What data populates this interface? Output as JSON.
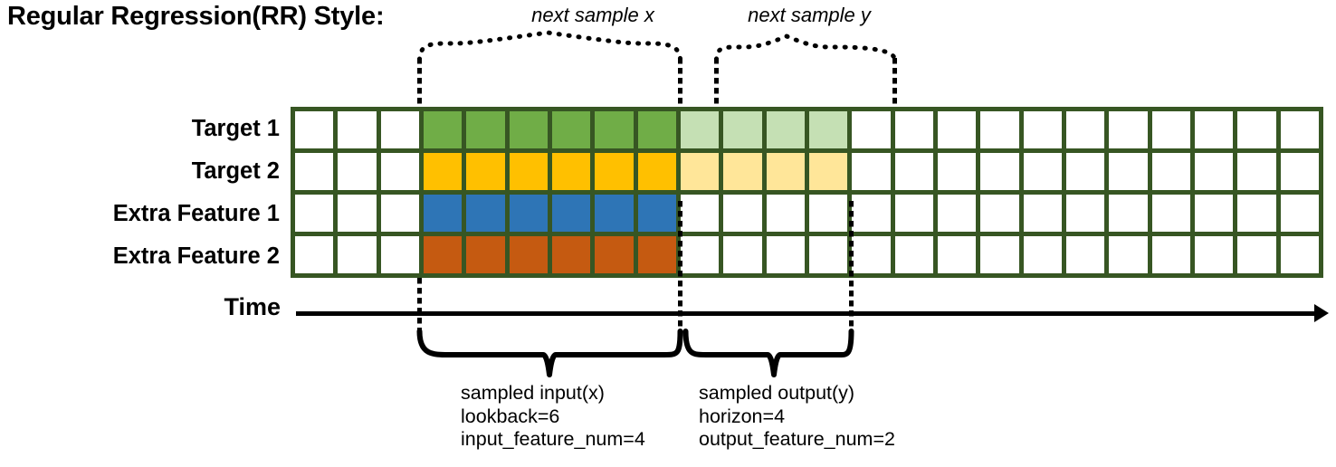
{
  "title": "Regular Regression(RR) Style:",
  "rows": [
    {
      "label": "Target 1",
      "name": "target-1"
    },
    {
      "label": "Target 2",
      "name": "target-2"
    },
    {
      "label": "Extra Feature 1",
      "name": "extra-feature-1"
    },
    {
      "label": "Extra Feature 2",
      "name": "extra-feature-2"
    }
  ],
  "grid": {
    "columns": 24,
    "lead_blank_columns": 3,
    "input_columns": 6,
    "output_columns": 4,
    "trailing_blank_columns": 11,
    "cell_fills": [
      [
        "#ffffff",
        "#ffffff",
        "#ffffff",
        "#70AD47",
        "#70AD47",
        "#70AD47",
        "#70AD47",
        "#70AD47",
        "#70AD47",
        "#C5E0B4",
        "#C5E0B4",
        "#C5E0B4",
        "#C5E0B4",
        "#ffffff",
        "#ffffff",
        "#ffffff",
        "#ffffff",
        "#ffffff",
        "#ffffff",
        "#ffffff",
        "#ffffff",
        "#ffffff",
        "#ffffff",
        "#ffffff"
      ],
      [
        "#ffffff",
        "#ffffff",
        "#ffffff",
        "#FFC000",
        "#FFC000",
        "#FFC000",
        "#FFC000",
        "#FFC000",
        "#FFC000",
        "#FFE699",
        "#FFE699",
        "#FFE699",
        "#FFE699",
        "#ffffff",
        "#ffffff",
        "#ffffff",
        "#ffffff",
        "#ffffff",
        "#ffffff",
        "#ffffff",
        "#ffffff",
        "#ffffff",
        "#ffffff",
        "#ffffff"
      ],
      [
        "#ffffff",
        "#ffffff",
        "#ffffff",
        "#2E75B6",
        "#2E75B6",
        "#2E75B6",
        "#2E75B6",
        "#2E75B6",
        "#2E75B6",
        "#ffffff",
        "#ffffff",
        "#ffffff",
        "#ffffff",
        "#ffffff",
        "#ffffff",
        "#ffffff",
        "#ffffff",
        "#ffffff",
        "#ffffff",
        "#ffffff",
        "#ffffff",
        "#ffffff",
        "#ffffff",
        "#ffffff"
      ],
      [
        "#ffffff",
        "#ffffff",
        "#ffffff",
        "#C55A11",
        "#C55A11",
        "#C55A11",
        "#C55A11",
        "#C55A11",
        "#C55A11",
        "#ffffff",
        "#ffffff",
        "#ffffff",
        "#ffffff",
        "#ffffff",
        "#ffffff",
        "#ffffff",
        "#ffffff",
        "#ffffff",
        "#ffffff",
        "#ffffff",
        "#ffffff",
        "#ffffff",
        "#ffffff",
        "#ffffff"
      ]
    ]
  },
  "colors": {
    "grid_border": "#375623",
    "target_1": "#70AD47",
    "target_1_light": "#C5E0B4",
    "target_2": "#FFC000",
    "target_2_light": "#FFE699",
    "extra_feature_1": "#2E75B6",
    "extra_feature_2": "#C55A11",
    "blank": "#ffffff",
    "ink": "#000000"
  },
  "time_axis": {
    "label": "Time"
  },
  "top_annotations": [
    {
      "label": "next sample x",
      "name": "next-sample-x"
    },
    {
      "label": "next sample y",
      "name": "next-sample-y"
    }
  ],
  "bottom_annotations": [
    {
      "name": "sampled-input",
      "lines": [
        "sampled input(x)",
        "lookback=6",
        "input_feature_num=4"
      ]
    },
    {
      "name": "sampled-output",
      "lines": [
        "sampled output(y)",
        "horizon=4",
        "output_feature_num=2"
      ]
    }
  ]
}
